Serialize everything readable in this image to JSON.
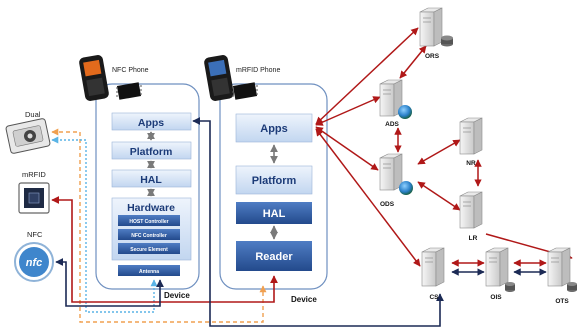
{
  "nfc_phone": {
    "title": "NFC Phone",
    "apps": "Apps",
    "platform": "Platform",
    "hal": "HAL",
    "hardware": "Hardware",
    "host_controller": "HOST Controller",
    "nfc_controller": "NFC Controller",
    "secure_element": "Secure Element",
    "antenna": "Antenna",
    "device_label": "Device"
  },
  "mrfid_phone": {
    "title": "mRFID Phone",
    "apps": "Apps",
    "platform": "Platform",
    "hal": "HAL",
    "reader": "Reader",
    "device_label": "Device"
  },
  "cards": {
    "dual": "Dual",
    "mrfid": "mRFID",
    "nfc": "NFC",
    "nfc_logo": "nfc"
  },
  "servers": {
    "ors": "ORS",
    "ads": "ADS",
    "ods": "ODS",
    "nr": "NR",
    "lr": "LR",
    "cs": "CS",
    "ois": "OIS",
    "ots": "OTS"
  },
  "colors": {
    "arrow_red": "#b01818",
    "arrow_navy": "#1c2a55",
    "dash_orange": "#f0a050",
    "dash_blue": "#5ab4e6",
    "layer_light": "#cfe0f5",
    "layer_dark": "#2f5ea8",
    "device_border": "#6f90c0"
  }
}
